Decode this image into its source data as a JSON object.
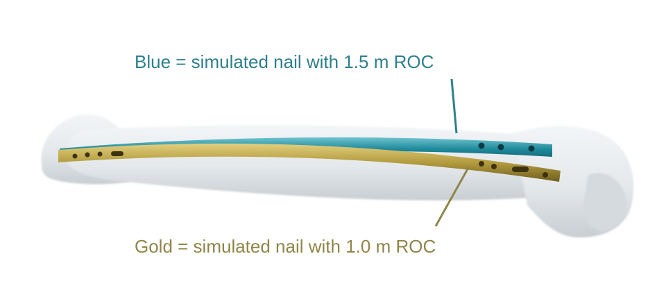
{
  "labels": {
    "blue": "Blue = simulated nail with 1.5 m ROC",
    "gold": "Gold = simulated nail with 1.0 m ROC"
  },
  "colors": {
    "blue_nail": "#1f8a9b",
    "blue_text": "#2e7f8c",
    "gold_nail": "#b39b3e",
    "gold_text": "#8f8548",
    "bone": "#e7ebee",
    "background": "#ffffff"
  },
  "nails": [
    {
      "name": "blue",
      "radius_of_curvature_m": 1.5
    },
    {
      "name": "gold",
      "radius_of_curvature_m": 1.0
    }
  ]
}
